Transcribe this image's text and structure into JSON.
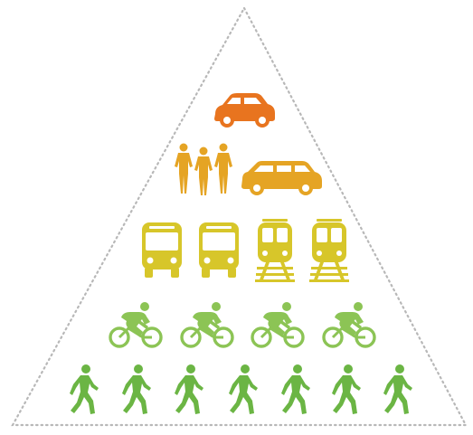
{
  "colors": {
    "outline": "#b8b8b8",
    "car": "#e8741f",
    "carpool": "#e5a424",
    "transit": "#d7c62a",
    "bike": "#8cc455",
    "walk": "#6bb544",
    "white": "#ffffff"
  },
  "tiers": [
    {
      "mode": "car",
      "icons": [
        "car-icon"
      ]
    },
    {
      "mode": "carpool",
      "icons": [
        "people-icon",
        "people-icon",
        "people-icon",
        "station-wagon-icon"
      ]
    },
    {
      "mode": "transit",
      "icons": [
        "bus-icon",
        "bus-icon",
        "train-icon",
        "train-icon"
      ]
    },
    {
      "mode": "bike",
      "icons": [
        "cyclist-icon",
        "cyclist-icon",
        "cyclist-icon",
        "cyclist-icon"
      ]
    },
    {
      "mode": "walk",
      "icons": [
        "pedestrian-icon",
        "pedestrian-icon",
        "pedestrian-icon",
        "pedestrian-icon",
        "pedestrian-icon",
        "pedestrian-icon",
        "pedestrian-icon"
      ]
    }
  ]
}
